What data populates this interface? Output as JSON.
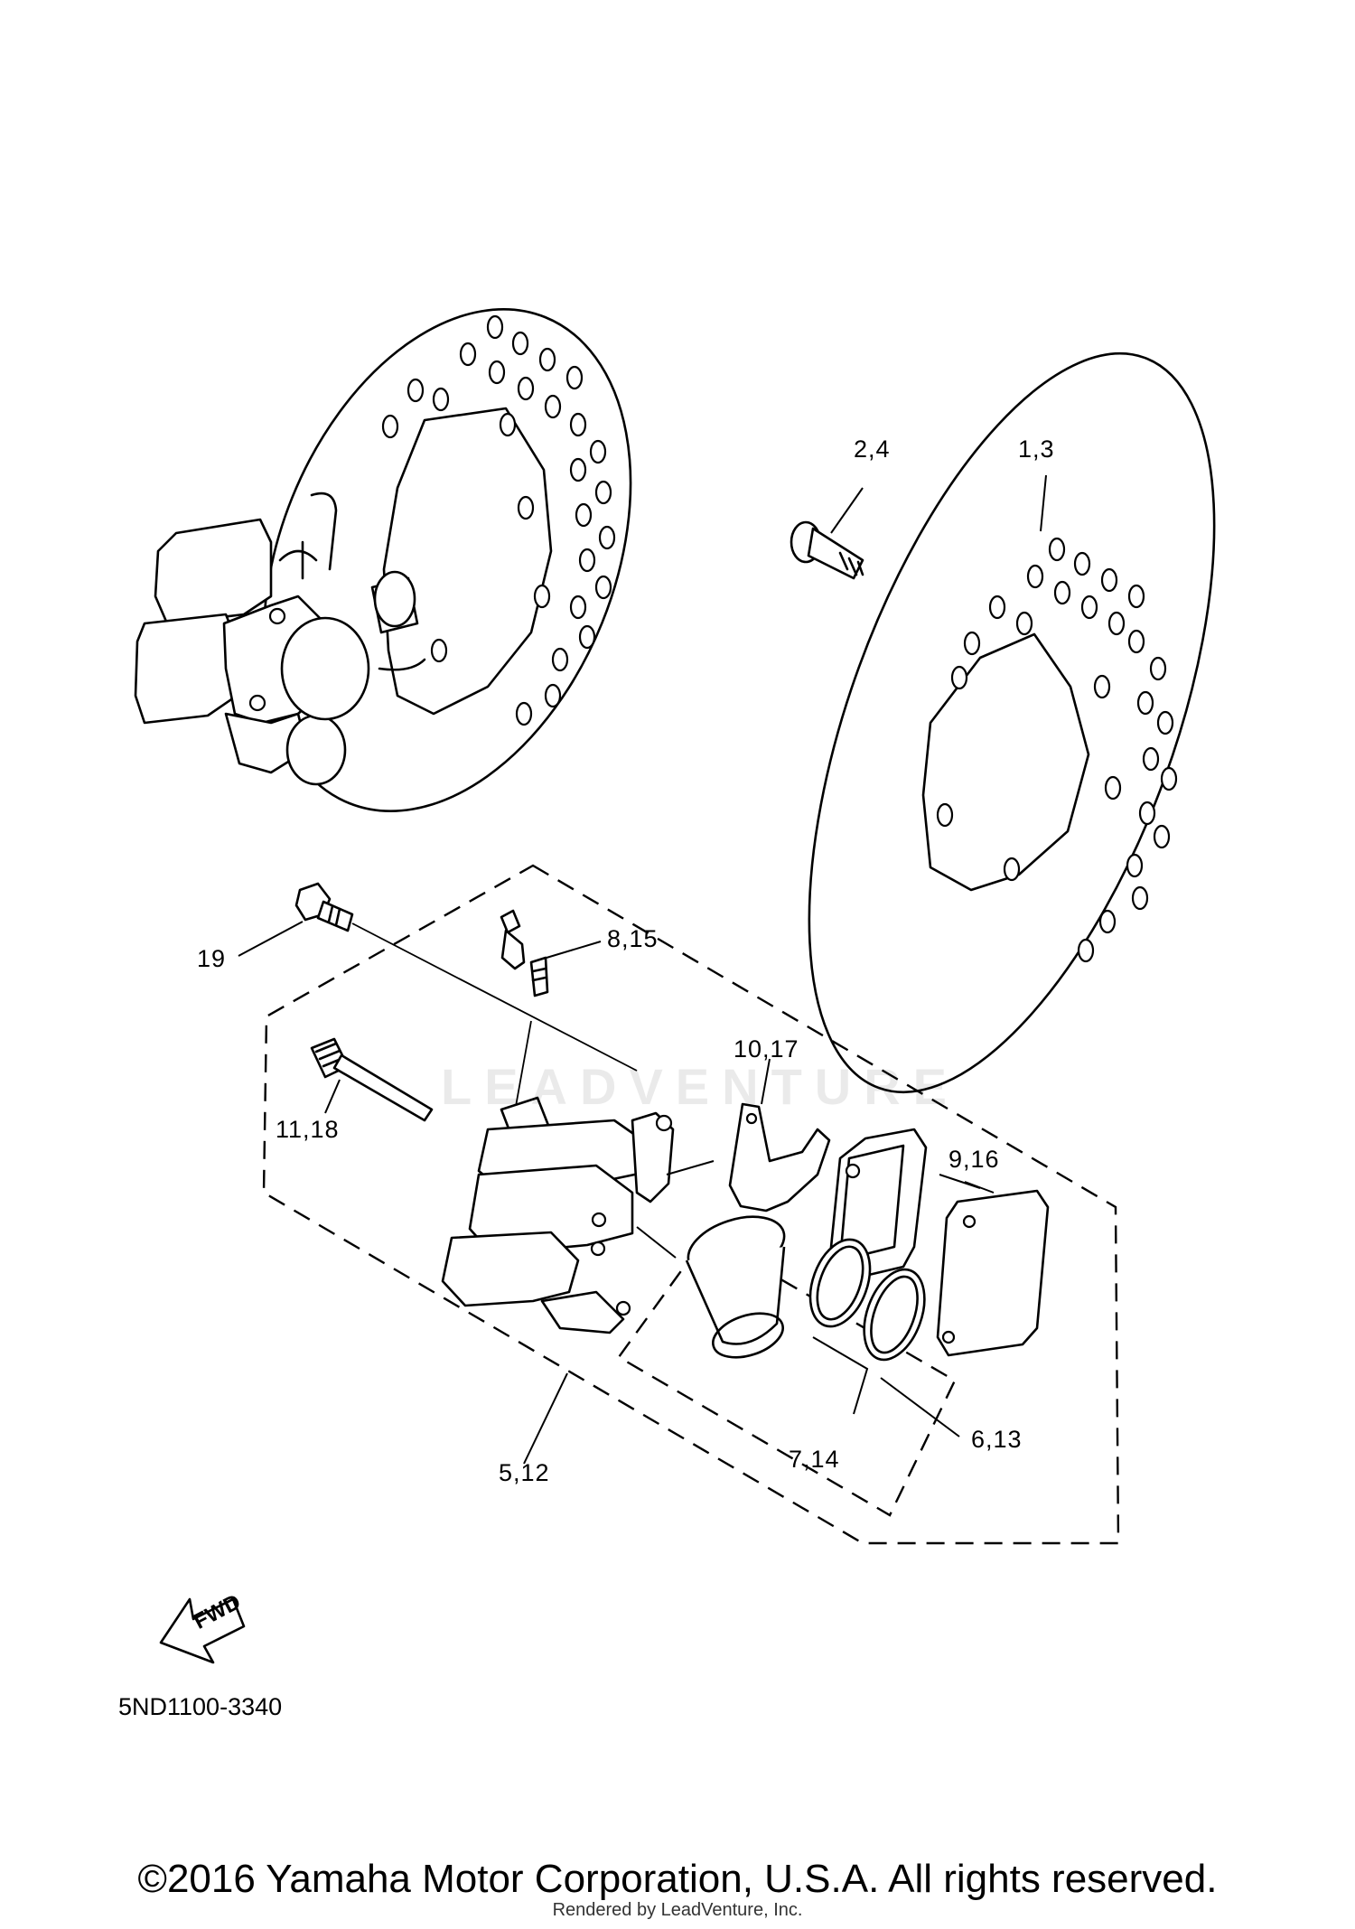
{
  "diagram": {
    "code": "5ND1100-3340",
    "fwd_label": "FWD",
    "watermark": "LEADVENTURE",
    "copyright": "©2016 Yamaha Motor Corporation, U.S.A. All rights reserved.",
    "rendered_by": "Rendered by LeadVenture, Inc."
  },
  "callouts": {
    "disc": "1,3",
    "disc_bolt": "2,4",
    "caliper_bolt": "19",
    "bleed_screw": "8,15",
    "pad_spring": "10,17",
    "pin": "11,18",
    "pad_kit": "9,16",
    "caliper_assy": "5,12",
    "piston_seal": "7,14",
    "seal_kit": "6,13"
  }
}
